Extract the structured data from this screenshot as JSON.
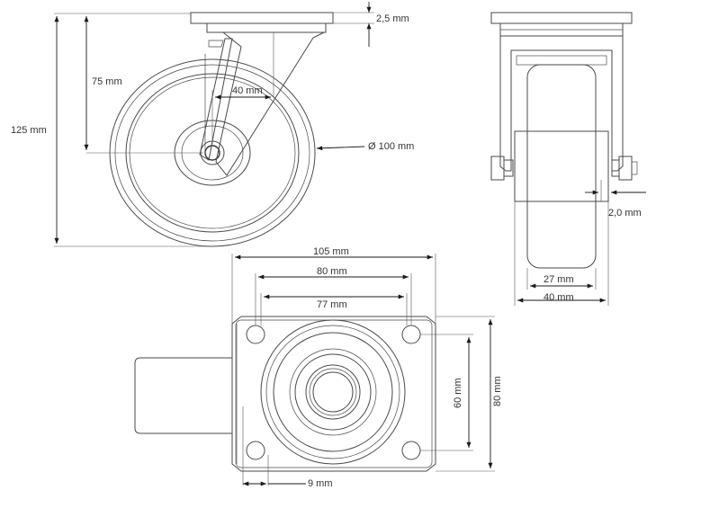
{
  "dimensions": {
    "plate_thickness": "2,5 mm",
    "axle_height": "75 mm",
    "total_height": "125 mm",
    "offset": "40 mm",
    "wheel_diameter": "Ø 100 mm",
    "axle_gap": "2,0 mm",
    "wheel_width": "27 mm",
    "fork_width": "40 mm",
    "plate_length": "105 mm",
    "hole_span_outer": "80 mm",
    "hole_span_inner": "77 mm",
    "hole_span_short": "60 mm",
    "plate_width": "80 mm",
    "hole_diameter": "9 mm"
  },
  "colors": {
    "line": "#4a4a4a",
    "dimension_line": "#1a1a1a",
    "text": "#333333",
    "background": "#ffffff"
  }
}
